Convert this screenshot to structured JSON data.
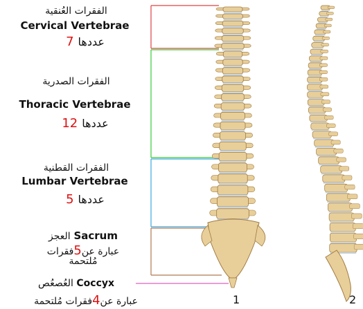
{
  "colors": {
    "cervical": "#e04040",
    "thoracic": "#33cc33",
    "lumbar": "#3aa8e0",
    "sacrum": "#b07850",
    "coccyx": "#e060c0",
    "count": "#e01010",
    "bone": "#e8cf9a",
    "disc": "#c8d6e2"
  },
  "cervical": {
    "ar": "الفقرات العُنقية",
    "en": "Cervical Vertebrae",
    "count_label": "عددها",
    "count": "7"
  },
  "thoracic": {
    "ar": "الفقرات الصدرية",
    "en": "Thoracic Vertebrae",
    "count_label": "عددها",
    "count": "12"
  },
  "lumbar": {
    "ar": "الفقرات القطنية",
    "en": "Lumbar Vertebrae",
    "count_label": "عددها",
    "count": "5"
  },
  "sacrum": {
    "ar": "العجز",
    "en": "Sacrum",
    "desc_pre": "عبارة عن",
    "count": "5",
    "desc_post": "فقرات",
    "desc_line2": "مُلتحمة"
  },
  "coccyx": {
    "ar": "العُصعُص",
    "en": "Coccyx",
    "desc_pre": "عبارة عن",
    "count": "4",
    "desc_post": "فقرات مُلتحمة"
  },
  "figures": {
    "front": "1",
    "side": "2"
  }
}
